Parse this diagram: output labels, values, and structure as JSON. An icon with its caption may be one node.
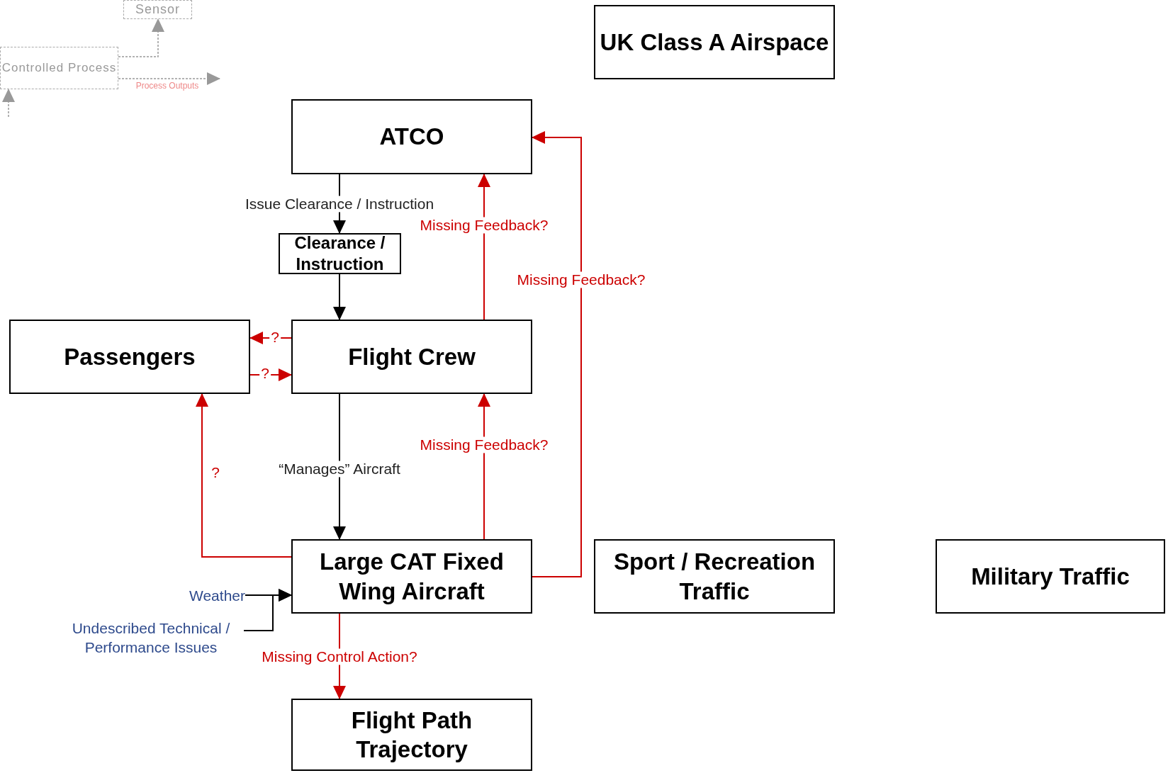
{
  "diagram": {
    "nodes": [
      {
        "text": [
          "UK Class A Airspace"
        ]
      },
      {
        "text": [
          "ATCO"
        ]
      },
      {
        "text": [
          "Clearance / Instruction"
        ]
      },
      {
        "text": [
          "Passengers"
        ]
      },
      {
        "text": [
          "Flight Crew"
        ]
      },
      {
        "text": [
          "Large CAT Fixed Wing Aircraft"
        ]
      },
      {
        "text": [
          "Sport / Recreation Traffic"
        ]
      },
      {
        "text": [
          "Military Traffic"
        ]
      },
      {
        "text": [
          "Flight Path Trajectory"
        ]
      },
      {
        "text": [
          "Weather"
        ]
      },
      {
        "text": [
          "Undescribed Technical / Performance Issues"
        ]
      },
      {
        "text": [
          "Sensor"
        ]
      },
      {
        "text": [
          "Controlled Process"
        ]
      }
    ],
    "edges": [
      {
        "from": 1,
        "to": 2,
        "arrow": "to",
        "label": "Issue Clearance / Instruction",
        "color": "#000000"
      },
      {
        "from": 2,
        "to": 4,
        "arrow": "to",
        "color": "#000000"
      },
      {
        "from": 4,
        "to": 1,
        "arrow": "to",
        "label": "Missing Feedback?"
      },
      {
        "from": 5,
        "to": 1,
        "arrow": "to",
        "label": "Missing Feedback?"
      },
      {
        "from": 4,
        "to": 3,
        "arrow": "to",
        "label": "?"
      },
      {
        "from": 3,
        "to": 4,
        "arrow": "to",
        "label": "?"
      },
      {
        "from": 4,
        "to": 5,
        "arrow": "to",
        "label": "“Manages” Aircraft",
        "color": "#000000"
      },
      {
        "from": 5,
        "to": 4,
        "arrow": "to",
        "label": "Missing Feedback?"
      },
      {
        "from": 5,
        "to": 3,
        "arrow": "to",
        "label": "?"
      },
      {
        "from": 9,
        "to": 5,
        "arrow": "to",
        "color": "#000000"
      },
      {
        "from": 10,
        "to": 5,
        "arrow": "to",
        "color": "#000000"
      },
      {
        "from": 5,
        "to": 8,
        "arrow": "to",
        "label": "Missing Control Action?"
      },
      {
        "from": 12,
        "to": 11,
        "arrow": "to",
        "style": "dashed",
        "color": "#999999"
      },
      {
        "from": 12,
        "to": null,
        "arrow": "to",
        "label": "Process Outputs",
        "style": "dashed",
        "color": "#999999"
      },
      {
        "from": null,
        "to": 12,
        "arrow": "to",
        "style": "dashed",
        "color": "#999999"
      }
    ]
  }
}
